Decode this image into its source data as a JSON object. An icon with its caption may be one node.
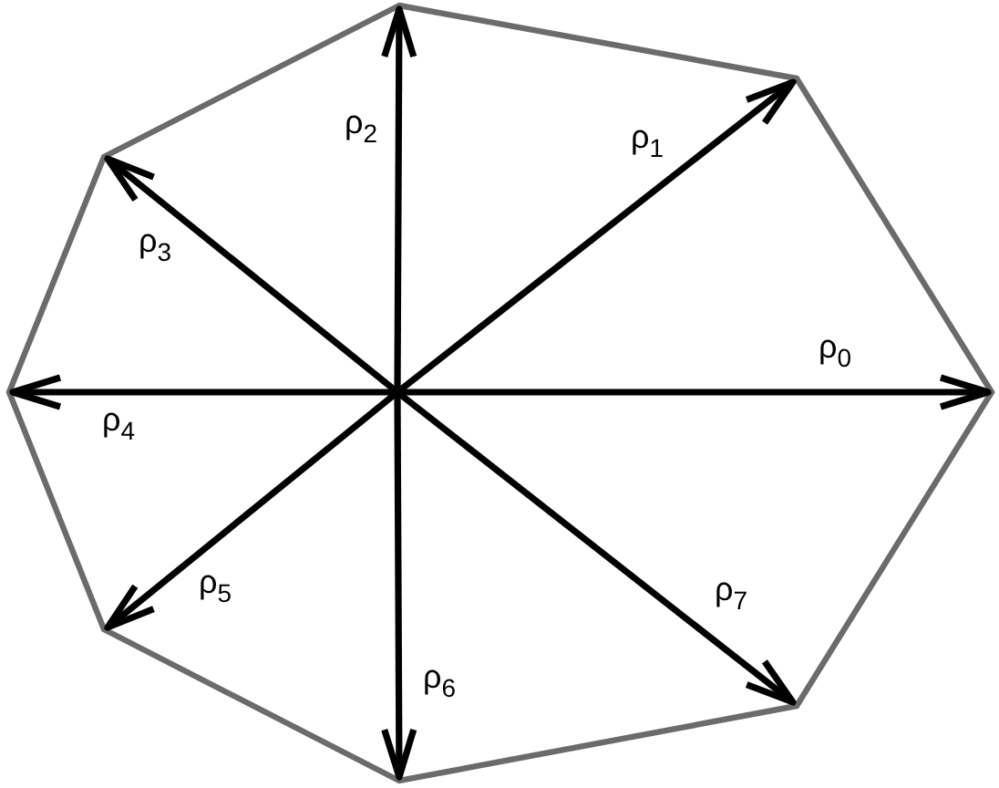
{
  "diagram": {
    "labels": [
      "ρ$_{2}$",
      "ρ$_{1}$",
      "ρ$_{3}$",
      "ρ$_{0}$",
      "ρ$_{4}$",
      "ρ$_{5}$",
      "ρ$_{7}$",
      "ρ$_{6}$"
    ]
  }
}
